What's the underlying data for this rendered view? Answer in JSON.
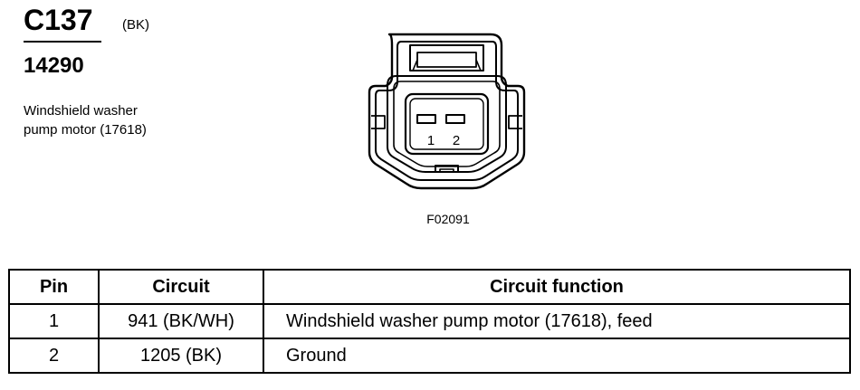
{
  "connector": {
    "id": "C137",
    "color": "(BK)",
    "part_number": "14290",
    "description_lines": [
      "Windshield washer",
      "pump motor (17618)"
    ],
    "figure_id": "F02091",
    "pin_labels": [
      "1",
      "2"
    ]
  },
  "table": {
    "headers": {
      "pin": "Pin",
      "circuit": "Circuit",
      "function": "Circuit function"
    },
    "rows": [
      {
        "pin": "1",
        "circuit": "941 (BK/WH)",
        "function": "Windshield washer pump motor (17618), feed"
      },
      {
        "pin": "2",
        "circuit": "1205 (BK)",
        "function": "Ground"
      }
    ]
  }
}
